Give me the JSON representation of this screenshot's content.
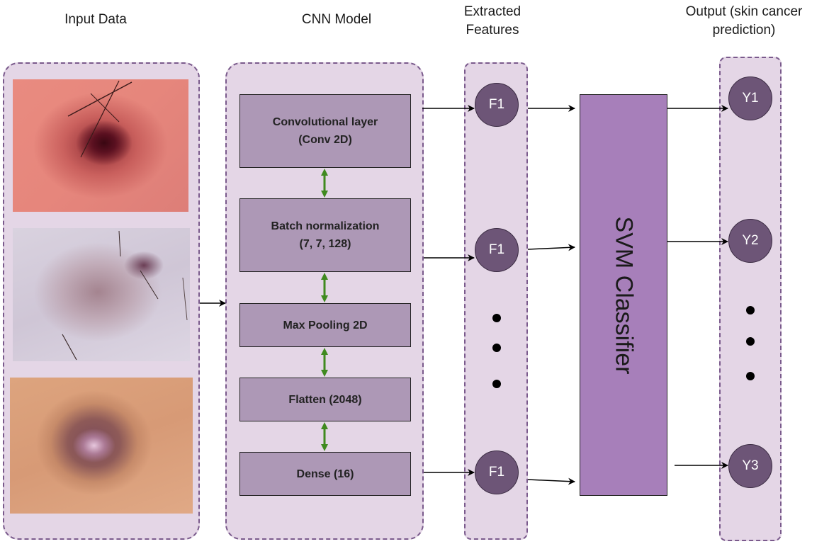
{
  "headings": {
    "input": "Input Data",
    "cnn": "CNN Model",
    "features": "Extracted\nFeatures",
    "output": "Output (skin cancer\nprediction)"
  },
  "cnn_layers": [
    "Convolutional layer\n(Conv 2D)",
    "Batch normalization\n(7, 7, 128)",
    "Max Pooling 2D",
    "Flatten (2048)",
    "Dense (16)"
  ],
  "features": [
    "F1",
    "F1",
    "F1"
  ],
  "classifier": "SVM Classifier",
  "outputs": [
    "Y1",
    "Y2",
    "Y3"
  ],
  "input_images": [
    "dermoscopy-image-1",
    "dermoscopy-image-2",
    "dermoscopy-image-3"
  ],
  "colors": {
    "panel_fill": "#e4d6e6",
    "panel_border": "#7a5a8c",
    "layer_fill": "#ad98b6",
    "circle_fill": "#6d5577",
    "svm_fill": "#a77fba",
    "bidirectional_arrow": "#3f8a1f"
  }
}
